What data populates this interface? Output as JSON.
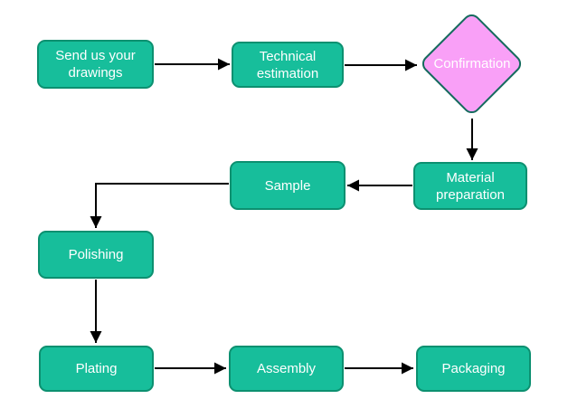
{
  "diagram": {
    "type": "flowchart",
    "colors": {
      "canvas_bg": "#ffffff",
      "process_fill": "#17BE9B",
      "process_border": "#0C9070",
      "decision_fill": "#F9A0F7",
      "decision_border": "#156B5E",
      "arrow_color": "#000000",
      "text_color": "#ffffff"
    },
    "nodes": [
      {
        "id": "send-drawings",
        "type": "process",
        "label": "Send us your drawings"
      },
      {
        "id": "technical-estimation",
        "type": "process",
        "label": "Technical estimation"
      },
      {
        "id": "confirmation",
        "type": "decision",
        "label": "Confirmation"
      },
      {
        "id": "material-preparation",
        "type": "process",
        "label": "Material preparation"
      },
      {
        "id": "sample",
        "type": "process",
        "label": "Sample"
      },
      {
        "id": "polishing",
        "type": "process",
        "label": "Polishing"
      },
      {
        "id": "plating",
        "type": "process",
        "label": "Plating"
      },
      {
        "id": "assembly",
        "type": "process",
        "label": "Assembly"
      },
      {
        "id": "packaging",
        "type": "process",
        "label": "Packaging"
      }
    ],
    "edges": [
      {
        "from": "send-drawings",
        "to": "technical-estimation"
      },
      {
        "from": "technical-estimation",
        "to": "confirmation"
      },
      {
        "from": "confirmation",
        "to": "material-preparation"
      },
      {
        "from": "material-preparation",
        "to": "sample"
      },
      {
        "from": "sample",
        "to": "polishing"
      },
      {
        "from": "polishing",
        "to": "plating"
      },
      {
        "from": "plating",
        "to": "assembly"
      },
      {
        "from": "assembly",
        "to": "packaging"
      }
    ]
  }
}
